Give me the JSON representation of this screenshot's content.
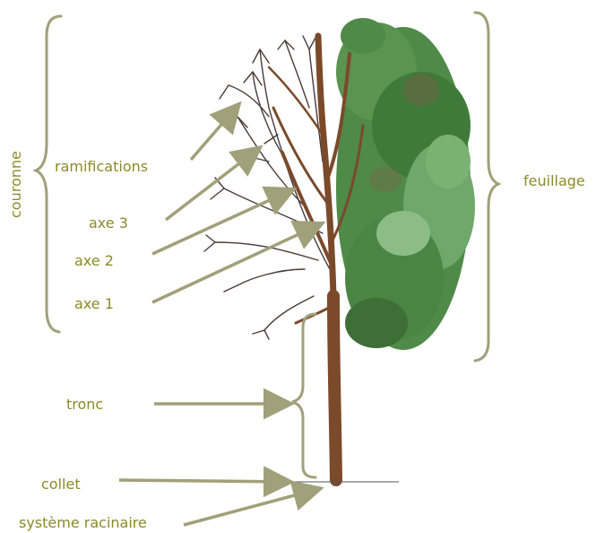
{
  "labels": {
    "couronne": "couronne",
    "feuillage": "feuillage",
    "ramifications": "ramifications",
    "axe3": "axe 3",
    "axe2": "axe 2",
    "axe1": "axe 1",
    "tronc": "tronc",
    "collet": "collet",
    "systeme_racinaire": "système racinaire"
  },
  "colors": {
    "label_text": "#8a8a2a",
    "arrow": "#a0a07a",
    "brace": "#a0a07a",
    "trunk": "#7a4a2a",
    "branch_outline": "#4a3a3a",
    "foliage_dark": "#3f7a3a",
    "foliage_light": "#6fa86a"
  }
}
